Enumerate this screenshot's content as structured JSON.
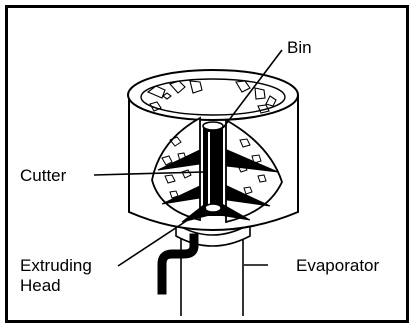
{
  "diagram": {
    "labels": {
      "bin": "Bin",
      "cutter": "Cutter",
      "extruding_head_line1": "Extruding",
      "extruding_head_line2": "Head",
      "evaporator": "Evaporator"
    }
  }
}
